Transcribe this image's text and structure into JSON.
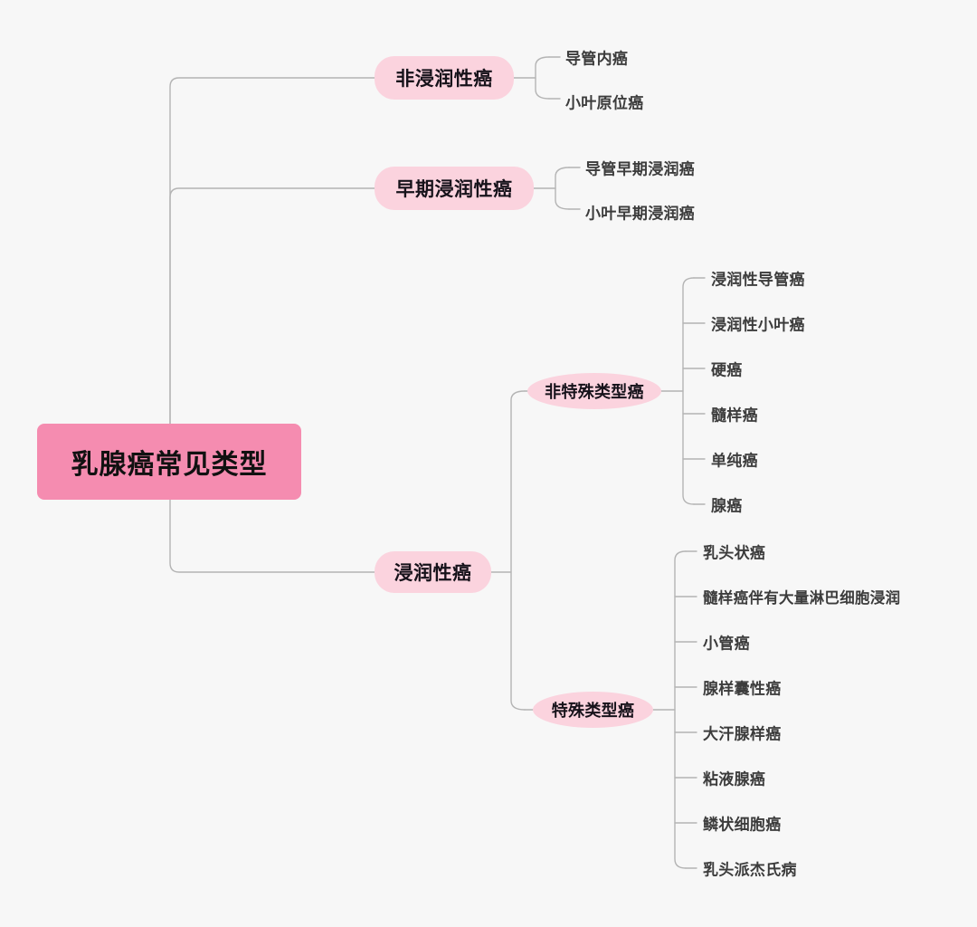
{
  "diagram": {
    "type": "mindmap",
    "title": "乳腺癌常见类型",
    "background_color": "#f7f7f7",
    "root_color": "#f58cb0",
    "branch_color": "#fbd3de",
    "connector_color": "#b4b4b4",
    "leaf_text_color": "#3c3c3c"
  },
  "root": {
    "label": "乳腺癌常见类型"
  },
  "branches": [
    {
      "label": "非浸润性癌",
      "leaves": [
        {
          "label": "导管内癌"
        },
        {
          "label": "小叶原位癌"
        }
      ]
    },
    {
      "label": "早期浸润性癌",
      "leaves": [
        {
          "label": "导管早期浸润癌"
        },
        {
          "label": "小叶早期浸润癌"
        }
      ]
    },
    {
      "label": "浸润性癌",
      "subgroups": [
        {
          "label": "非特殊类型癌",
          "leaves": [
            {
              "label": "浸润性导管癌"
            },
            {
              "label": "浸润性小叶癌"
            },
            {
              "label": "硬癌"
            },
            {
              "label": "髓样癌"
            },
            {
              "label": "单纯癌"
            },
            {
              "label": "腺癌"
            }
          ]
        },
        {
          "label": "特殊类型癌",
          "leaves": [
            {
              "label": "乳头状癌"
            },
            {
              "label": "髓样癌伴有大量淋巴细胞浸润"
            },
            {
              "label": "小管癌"
            },
            {
              "label": "腺样囊性癌"
            },
            {
              "label": "大汗腺样癌"
            },
            {
              "label": "粘液腺癌"
            },
            {
              "label": "鳞状细胞癌"
            },
            {
              "label": "乳头派杰氏病"
            }
          ]
        }
      ]
    }
  ]
}
